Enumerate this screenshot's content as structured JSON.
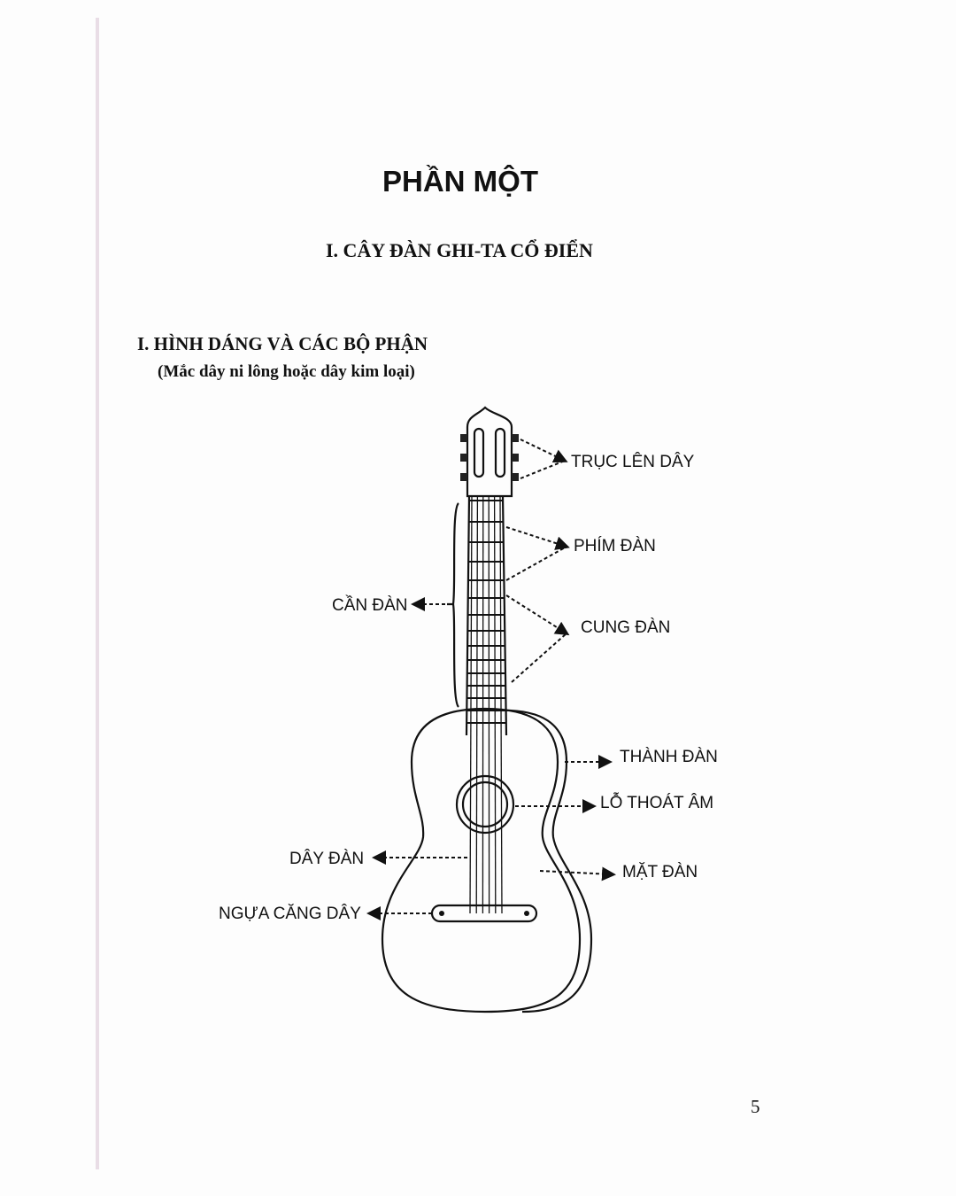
{
  "header": {
    "part_title": "PHẦN MỘT",
    "chapter_title": "I. CÂY ĐÀN GHI-TA CỔ ĐIỂN",
    "section_title": "I. HÌNH DÁNG VÀ CÁC BỘ PHẬN",
    "section_subtitle": "(Mắc dây ni lông hoặc dây kim loại)"
  },
  "diagram": {
    "labels": {
      "tuning_pegs": "TRỤC LÊN DÂY",
      "frets": "PHÍM ĐÀN",
      "fret_spaces": "CUNG ĐÀN",
      "neck": "CẦN ĐÀN",
      "sides": "THÀNH ĐÀN",
      "soundhole": "LỖ THOÁT ÂM",
      "strings": "DÂY ĐÀN",
      "soundboard": "MẶT ĐÀN",
      "bridge": "NGỰA CĂNG DÂY"
    }
  },
  "footer": {
    "page_number": "5"
  }
}
